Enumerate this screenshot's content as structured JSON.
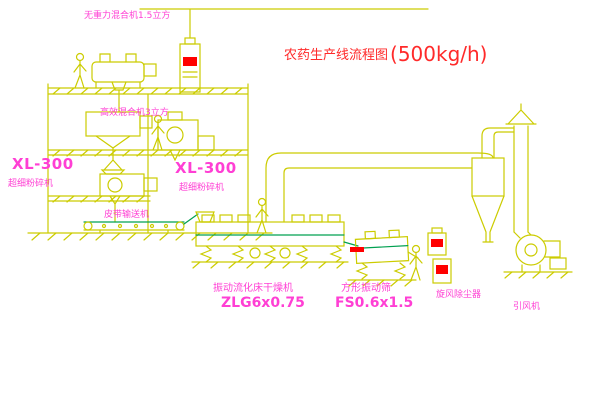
{
  "title": {
    "text": "农药生产线流程图",
    "capacity": "(500kg/h)"
  },
  "labels": {
    "mixer_top": "无重力混合机1.5立方",
    "mixer_mid": "高效混合机3立方",
    "crusher_left_model": "XL-300",
    "crusher_left_name": "超细粉碎机",
    "crusher_mid_model": "XL-300",
    "crusher_mid_name": "超细粉碎机",
    "belt_conveyor": "皮带输送机",
    "dryer_name": "振动流化床干燥机",
    "dryer_model": "ZLG6x0.75",
    "screen_name": "方形振动筛",
    "screen_model": "FS0.6x1.5",
    "cyclone": "旋风除尘器",
    "fan": "引风机"
  },
  "colors": {
    "line_yellow": "#cccc00",
    "line_green": "#00a050",
    "label_magenta": "#ff3fd4",
    "title_red": "#ff2a2a",
    "nameplate_red": "#ff0000",
    "background": "#ffffff"
  }
}
